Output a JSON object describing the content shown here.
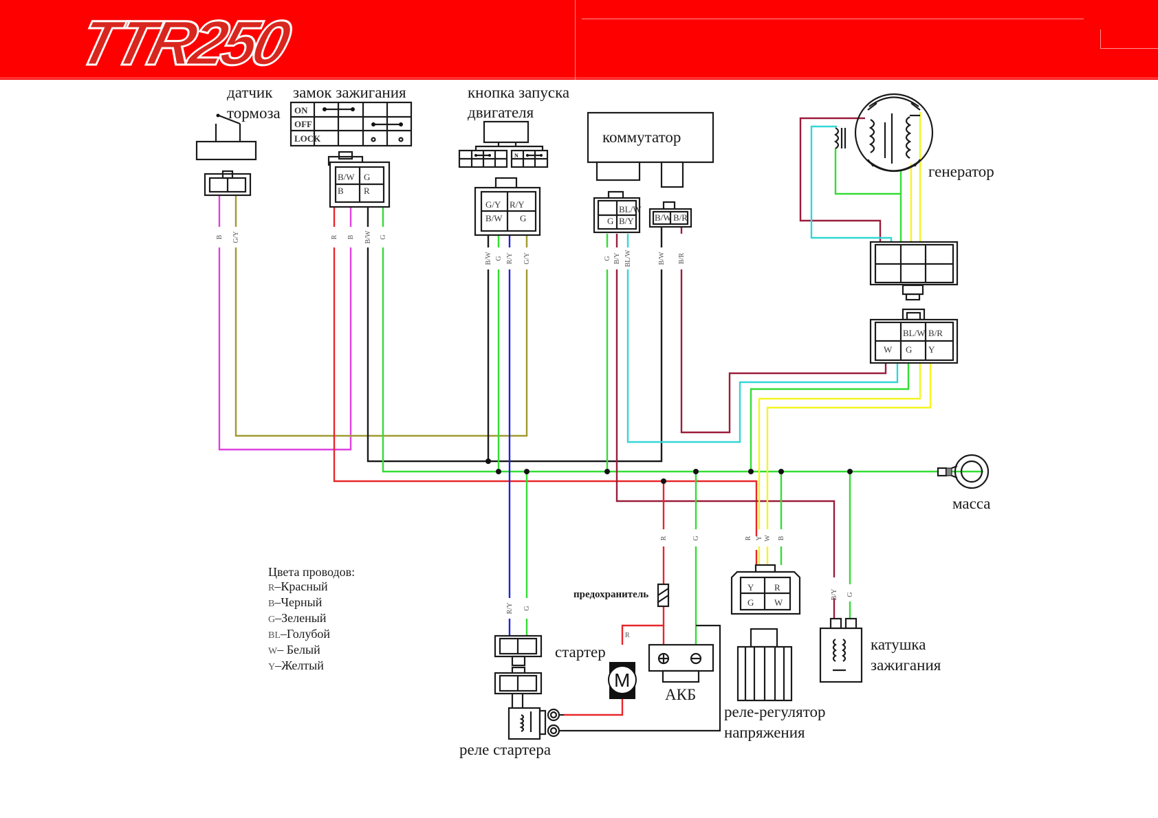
{
  "header": {
    "logo_text": "TTR250",
    "background_color": "#ff0000"
  },
  "components": {
    "brake_sensor": {
      "line1": "датчик",
      "line2": "тормоза"
    },
    "ignition_switch": {
      "title": "замок зажигания",
      "positions": [
        "ON",
        "OFF",
        "LOCK"
      ],
      "connector_pins": [
        "B/W",
        "G",
        "B",
        "R"
      ]
    },
    "start_button": {
      "line1": "кнопка запуска",
      "line2": "двигателя",
      "connector_pins": [
        "G/Y",
        "R/Y",
        "B/W",
        "G"
      ]
    },
    "cdi": {
      "title": "коммутатор",
      "connector1_pins": [
        "BL/W",
        "G",
        "B/Y"
      ],
      "connector2_pins": [
        "B/W",
        "B/R"
      ]
    },
    "generator": {
      "title": "генератор",
      "connector_pins": [
        "BL/W",
        "B/R",
        "W",
        "G",
        "Y"
      ]
    },
    "ground": {
      "title": "масса"
    },
    "fuse": {
      "title": "предохранитель"
    },
    "starter": {
      "title": "стартер",
      "motor_symbol": "M",
      "wire_label": "R"
    },
    "battery": {
      "title": "АКБ",
      "plus": "⊕",
      "minus": "⊖"
    },
    "starter_relay": {
      "title": "реле стартера"
    },
    "regulator": {
      "line1": "реле-регулятор",
      "line2": "напряжения",
      "connector_pins": [
        "Y",
        "R",
        "G",
        "W"
      ]
    },
    "ignition_coil": {
      "line1": "катушка",
      "line2": "зажигания"
    }
  },
  "wire_labels": {
    "brake": [
      "B",
      "G/Y"
    ],
    "ignition": [
      "R",
      "B",
      "B/W",
      "G"
    ],
    "start_button": [
      "B/W",
      "G",
      "R/Y",
      "G/Y"
    ],
    "cdi1": [
      "G",
      "B/Y",
      "BL/W"
    ],
    "cdi2": [
      "B/W",
      "B/R"
    ],
    "battery": [
      "R",
      "G"
    ],
    "regulator": [
      "R",
      "Y",
      "W",
      "B"
    ],
    "coil": [
      "B/Y",
      "G"
    ],
    "relay": [
      "R/Y",
      "G"
    ]
  },
  "legend": {
    "title": "Цвета проводов:",
    "items": [
      {
        "code": "R",
        "name": "–Красный"
      },
      {
        "code": "B",
        "name": "–Черный"
      },
      {
        "code": "G",
        "name": "–Зеленый"
      },
      {
        "code": "BL",
        "name": "–Голубой"
      },
      {
        "code": "W",
        "name": "– Белый"
      },
      {
        "code": "Y",
        "name": "–Желтый"
      }
    ]
  },
  "wire_colors": {
    "red": "#e8262a",
    "black": "#1a1a1a",
    "green": "#33dd33",
    "blue": "#2222dd",
    "cyan": "#33d6d6",
    "yellow": "#f5f520",
    "magenta": "#e040e0",
    "olive": "#a09a30",
    "maroon": "#9b1c3a"
  }
}
